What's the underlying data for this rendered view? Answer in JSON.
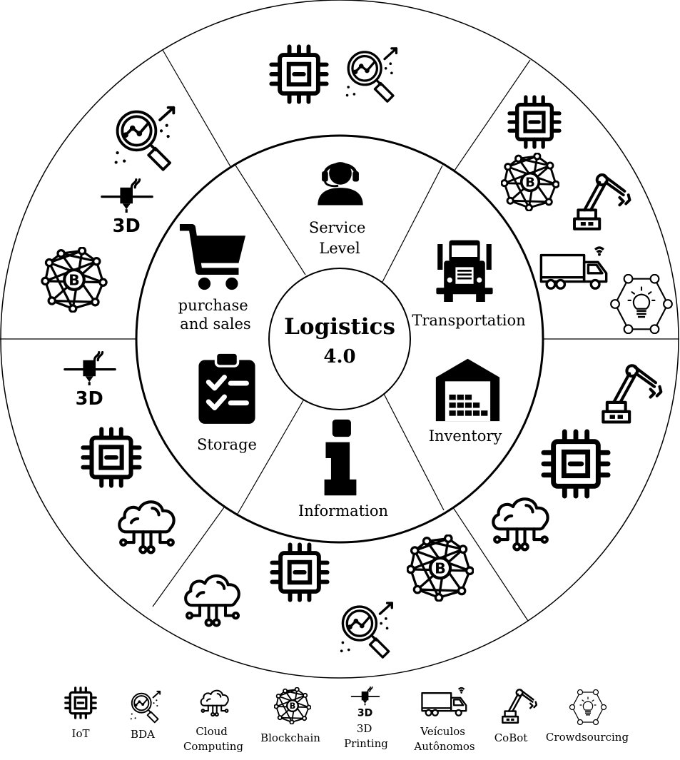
{
  "center": {
    "title": "Logistics",
    "subtitle": "4.0"
  },
  "segments": {
    "service_level": [
      "Service",
      "Level"
    ],
    "transportation": [
      "Transportation"
    ],
    "inventory": [
      "Inventory"
    ],
    "information": [
      "Information"
    ],
    "storage": [
      "Storage"
    ],
    "purchase_sales": [
      "purchase",
      "and sales"
    ]
  },
  "legend": [
    {
      "icon": "iot-chip-icon",
      "lines": [
        "IoT"
      ]
    },
    {
      "icon": "bda-magnifier-icon",
      "lines": [
        "BDA"
      ]
    },
    {
      "icon": "cloud-computing-icon",
      "lines": [
        "Cloud",
        "Computing"
      ]
    },
    {
      "icon": "blockchain-network-icon",
      "lines": [
        "Blockchain"
      ]
    },
    {
      "icon": "3d-printing-icon",
      "lines": [
        "3D",
        "Printing"
      ]
    },
    {
      "icon": "autonomous-truck-icon",
      "lines": [
        "Veículos",
        "Autônomos"
      ]
    },
    {
      "icon": "cobot-arm-icon",
      "lines": [
        "CoBot"
      ]
    },
    {
      "icon": "crowdsourcing-icon",
      "lines": [
        "Crowdsourcing"
      ]
    }
  ],
  "icon_3d_text": "3D",
  "blockchain_symbol": "B"
}
